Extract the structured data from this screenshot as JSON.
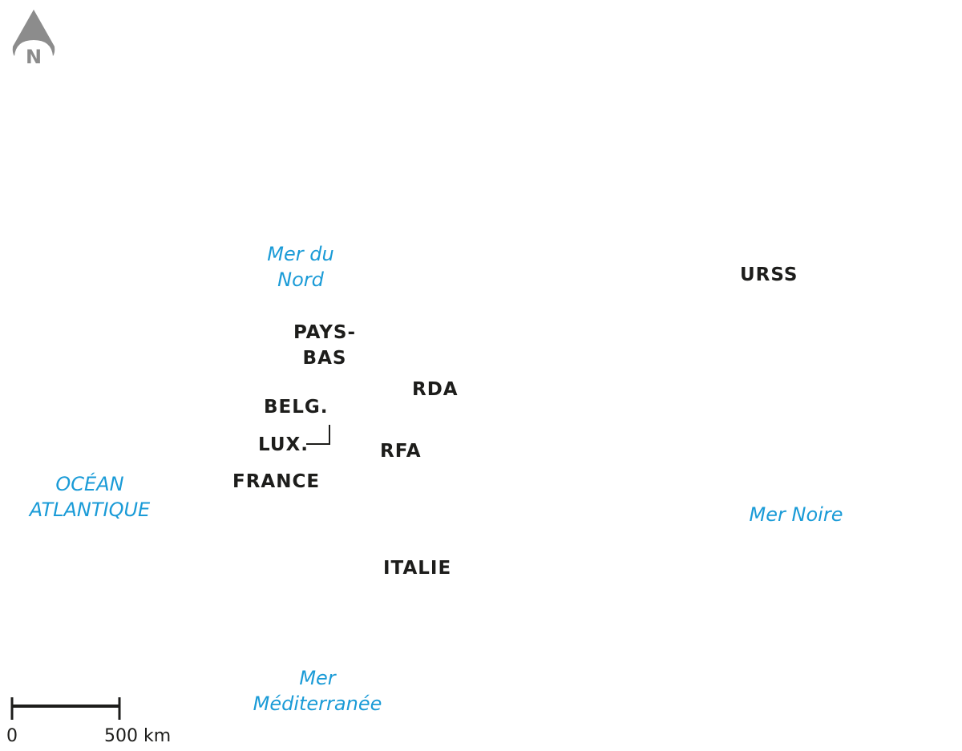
{
  "north_arrow": {
    "letter": "N",
    "icon": "north-arrow-icon",
    "color": "#8c8c8c"
  },
  "seas": {
    "north_sea": [
      "Mer du",
      "Nord"
    ],
    "atlantic": [
      "OCÉAN",
      "ATLANTIQUE"
    ],
    "black_sea": [
      "Mer Noire"
    ],
    "mediterranean": [
      "Mer",
      "Méditerranée"
    ]
  },
  "countries": {
    "urss": "URSS",
    "pays_bas": [
      "PAYS-",
      "BAS"
    ],
    "rda": "RDA",
    "belg": "BELG.",
    "lux": "LUX.",
    "rfa": "RFA",
    "france": "FRANCE",
    "italie": "ITALIE"
  },
  "scale_bar": {
    "start_label": "0",
    "end_label": "500 km"
  },
  "colors": {
    "water_label": "#1a9bd7",
    "country_label": "#1d1d1b",
    "north_arrow": "#8c8c8c"
  }
}
